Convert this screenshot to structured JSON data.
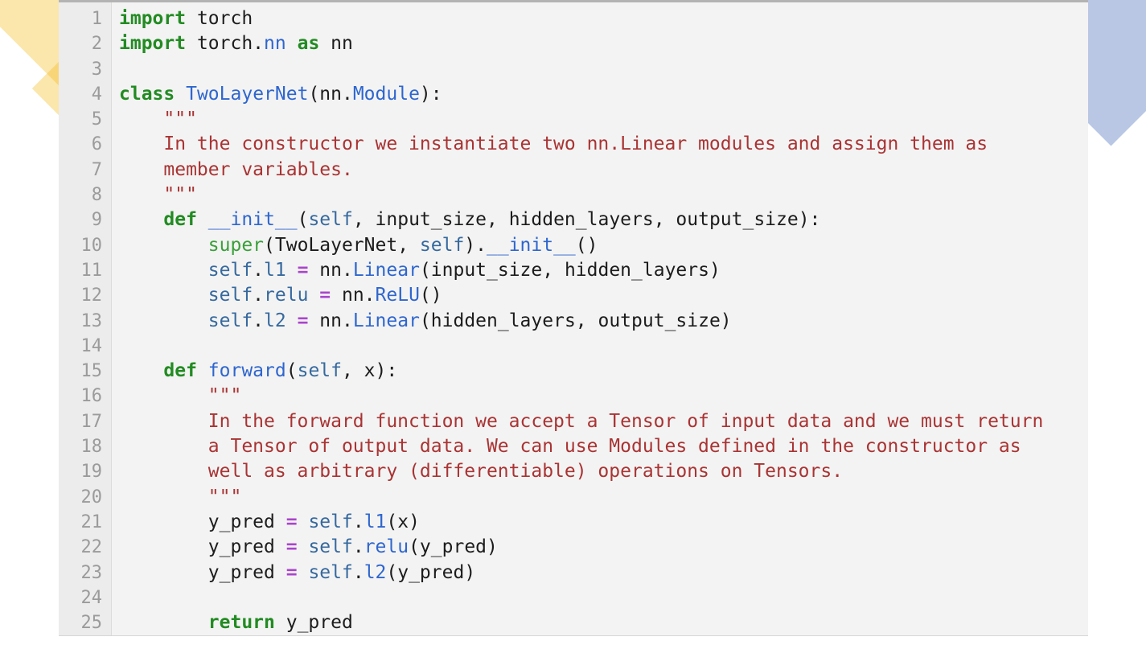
{
  "app": {
    "type": "code-viewer",
    "language": "python"
  },
  "colors": {
    "kw": "#228b22",
    "bi": "#39a039",
    "fn": "#2e66cf",
    "sf": "#36699e",
    "st": "#aa3333",
    "op": "#aa44cc",
    "pl": "#1c1c1c",
    "num": "#9b9b9b",
    "yellow": "rgba(244,189,36,0.38)",
    "blue": "#b9c7e5"
  },
  "code": {
    "lines": [
      {
        "n": "1",
        "tokens": [
          {
            "t": "import",
            "c": "kw"
          },
          {
            "t": " torch",
            "c": "pl"
          }
        ]
      },
      {
        "n": "2",
        "tokens": [
          {
            "t": "import",
            "c": "kw"
          },
          {
            "t": " torch.",
            "c": "pl"
          },
          {
            "t": "nn",
            "c": "fn"
          },
          {
            "t": " ",
            "c": "pl"
          },
          {
            "t": "as",
            "c": "kw"
          },
          {
            "t": " nn",
            "c": "pl"
          }
        ]
      },
      {
        "n": "3",
        "tokens": []
      },
      {
        "n": "4",
        "tokens": [
          {
            "t": "class",
            "c": "kw"
          },
          {
            "t": " ",
            "c": "pl"
          },
          {
            "t": "TwoLayerNet",
            "c": "fn"
          },
          {
            "t": "(nn.",
            "c": "pl"
          },
          {
            "t": "Module",
            "c": "fn"
          },
          {
            "t": "):",
            "c": "pl"
          }
        ]
      },
      {
        "n": "5",
        "tokens": [
          {
            "t": "    \"\"\"",
            "c": "st"
          }
        ]
      },
      {
        "n": "6",
        "tokens": [
          {
            "t": "    In the constructor we instantiate two nn.Linear modules and assign them as",
            "c": "st"
          }
        ]
      },
      {
        "n": "7",
        "tokens": [
          {
            "t": "    member variables.",
            "c": "st"
          }
        ]
      },
      {
        "n": "8",
        "tokens": [
          {
            "t": "    \"\"\"",
            "c": "st"
          }
        ]
      },
      {
        "n": "9",
        "tokens": [
          {
            "t": "    ",
            "c": "pl"
          },
          {
            "t": "def",
            "c": "kw"
          },
          {
            "t": " ",
            "c": "pl"
          },
          {
            "t": "__init__",
            "c": "fn"
          },
          {
            "t": "(",
            "c": "pl"
          },
          {
            "t": "self",
            "c": "sf"
          },
          {
            "t": ", input_size, hidden_layers, output_size):",
            "c": "pl"
          }
        ]
      },
      {
        "n": "10",
        "tokens": [
          {
            "t": "        ",
            "c": "pl"
          },
          {
            "t": "super",
            "c": "bi"
          },
          {
            "t": "(TwoLayerNet, ",
            "c": "pl"
          },
          {
            "t": "self",
            "c": "sf"
          },
          {
            "t": ").",
            "c": "pl"
          },
          {
            "t": "__init__",
            "c": "fn"
          },
          {
            "t": "()",
            "c": "pl"
          }
        ]
      },
      {
        "n": "11",
        "tokens": [
          {
            "t": "        ",
            "c": "pl"
          },
          {
            "t": "self",
            "c": "sf"
          },
          {
            "t": ".",
            "c": "pl"
          },
          {
            "t": "l1",
            "c": "sf"
          },
          {
            "t": " ",
            "c": "pl"
          },
          {
            "t": "=",
            "c": "op"
          },
          {
            "t": " nn.",
            "c": "pl"
          },
          {
            "t": "Linear",
            "c": "fn"
          },
          {
            "t": "(input_size, hidden_layers)",
            "c": "pl"
          }
        ]
      },
      {
        "n": "12",
        "tokens": [
          {
            "t": "        ",
            "c": "pl"
          },
          {
            "t": "self",
            "c": "sf"
          },
          {
            "t": ".",
            "c": "pl"
          },
          {
            "t": "relu",
            "c": "sf"
          },
          {
            "t": " ",
            "c": "pl"
          },
          {
            "t": "=",
            "c": "op"
          },
          {
            "t": " nn.",
            "c": "pl"
          },
          {
            "t": "ReLU",
            "c": "fn"
          },
          {
            "t": "()",
            "c": "pl"
          }
        ]
      },
      {
        "n": "13",
        "tokens": [
          {
            "t": "        ",
            "c": "pl"
          },
          {
            "t": "self",
            "c": "sf"
          },
          {
            "t": ".",
            "c": "pl"
          },
          {
            "t": "l2",
            "c": "sf"
          },
          {
            "t": " ",
            "c": "pl"
          },
          {
            "t": "=",
            "c": "op"
          },
          {
            "t": " nn.",
            "c": "pl"
          },
          {
            "t": "Linear",
            "c": "fn"
          },
          {
            "t": "(hidden_layers, output_size)",
            "c": "pl"
          }
        ]
      },
      {
        "n": "14",
        "tokens": []
      },
      {
        "n": "15",
        "tokens": [
          {
            "t": "    ",
            "c": "pl"
          },
          {
            "t": "def",
            "c": "kw"
          },
          {
            "t": " ",
            "c": "pl"
          },
          {
            "t": "forward",
            "c": "fn"
          },
          {
            "t": "(",
            "c": "pl"
          },
          {
            "t": "self",
            "c": "sf"
          },
          {
            "t": ", x):",
            "c": "pl"
          }
        ]
      },
      {
        "n": "16",
        "tokens": [
          {
            "t": "        \"\"\"",
            "c": "st"
          }
        ]
      },
      {
        "n": "17",
        "tokens": [
          {
            "t": "        In the forward function we accept a Tensor of input data and we must return",
            "c": "st"
          }
        ]
      },
      {
        "n": "18",
        "tokens": [
          {
            "t": "        a Tensor of output data. We can use Modules defined in the constructor as",
            "c": "st"
          }
        ]
      },
      {
        "n": "19",
        "tokens": [
          {
            "t": "        well as arbitrary (differentiable) operations on Tensors.",
            "c": "st"
          }
        ]
      },
      {
        "n": "20",
        "tokens": [
          {
            "t": "        \"\"\"",
            "c": "st"
          }
        ]
      },
      {
        "n": "21",
        "tokens": [
          {
            "t": "        y_pred ",
            "c": "pl"
          },
          {
            "t": "=",
            "c": "op"
          },
          {
            "t": " ",
            "c": "pl"
          },
          {
            "t": "self",
            "c": "sf"
          },
          {
            "t": ".",
            "c": "pl"
          },
          {
            "t": "l1",
            "c": "fn"
          },
          {
            "t": "(x)",
            "c": "pl"
          }
        ]
      },
      {
        "n": "22",
        "tokens": [
          {
            "t": "        y_pred ",
            "c": "pl"
          },
          {
            "t": "=",
            "c": "op"
          },
          {
            "t": " ",
            "c": "pl"
          },
          {
            "t": "self",
            "c": "sf"
          },
          {
            "t": ".",
            "c": "pl"
          },
          {
            "t": "relu",
            "c": "fn"
          },
          {
            "t": "(y_pred)",
            "c": "pl"
          }
        ]
      },
      {
        "n": "23",
        "tokens": [
          {
            "t": "        y_pred ",
            "c": "pl"
          },
          {
            "t": "=",
            "c": "op"
          },
          {
            "t": " ",
            "c": "pl"
          },
          {
            "t": "self",
            "c": "sf"
          },
          {
            "t": ".",
            "c": "pl"
          },
          {
            "t": "l2",
            "c": "fn"
          },
          {
            "t": "(y_pred)",
            "c": "pl"
          }
        ]
      },
      {
        "n": "24",
        "tokens": []
      },
      {
        "n": "25",
        "tokens": [
          {
            "t": "        ",
            "c": "pl"
          },
          {
            "t": "return",
            "c": "kw"
          },
          {
            "t": " y_pred",
            "c": "pl"
          }
        ]
      }
    ]
  }
}
